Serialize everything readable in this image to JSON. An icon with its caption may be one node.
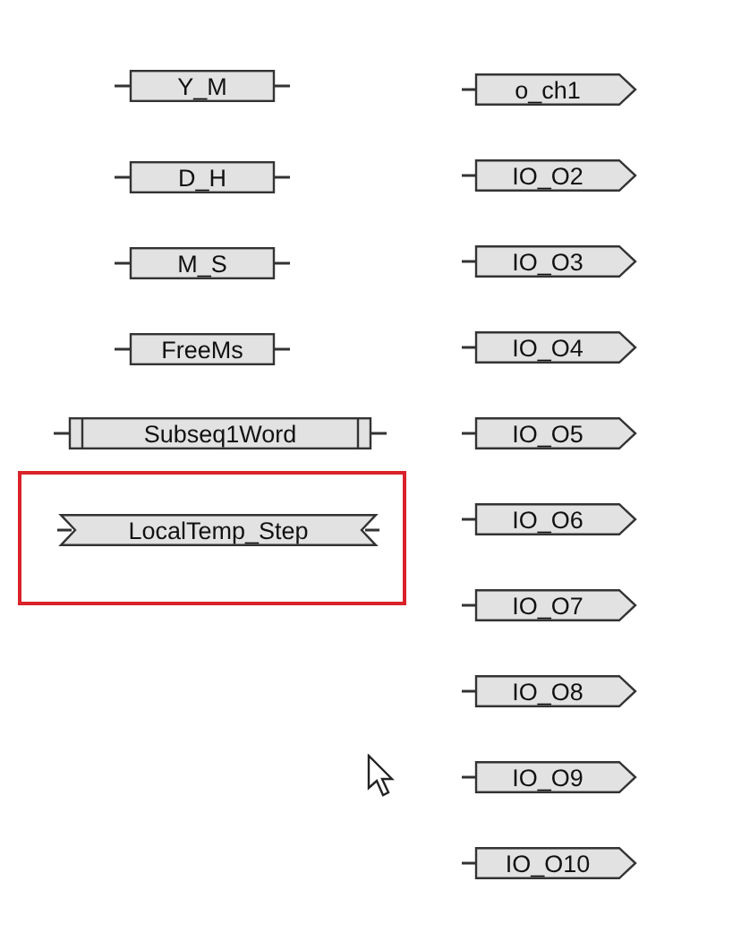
{
  "diagram": {
    "nodes": [
      {
        "text": [
          "Y_M"
        ]
      },
      {
        "text": [
          "D_H"
        ]
      },
      {
        "text": [
          "M_S"
        ]
      },
      {
        "text": [
          "FreeMs"
        ]
      },
      {
        "text": [
          "Subseq1Word"
        ]
      },
      {
        "text": [],
        "shape": "box"
      },
      {
        "text": [
          "LocalTemp_Step"
        ],
        "in": 5
      },
      {
        "text": [
          "o_ch1"
        ]
      },
      {
        "text": [
          "IO_O2"
        ]
      },
      {
        "text": [
          "IO_O3"
        ]
      },
      {
        "text": [
          "IO_O4"
        ]
      },
      {
        "text": [
          "IO_O5"
        ]
      },
      {
        "text": [
          "IO_O6"
        ]
      },
      {
        "text": [
          "IO_O7"
        ]
      },
      {
        "text": [
          "IO_O8"
        ]
      },
      {
        "text": [
          "IO_O9"
        ]
      },
      {
        "text": [
          "IO_O10"
        ]
      }
    ],
    "edges": []
  }
}
